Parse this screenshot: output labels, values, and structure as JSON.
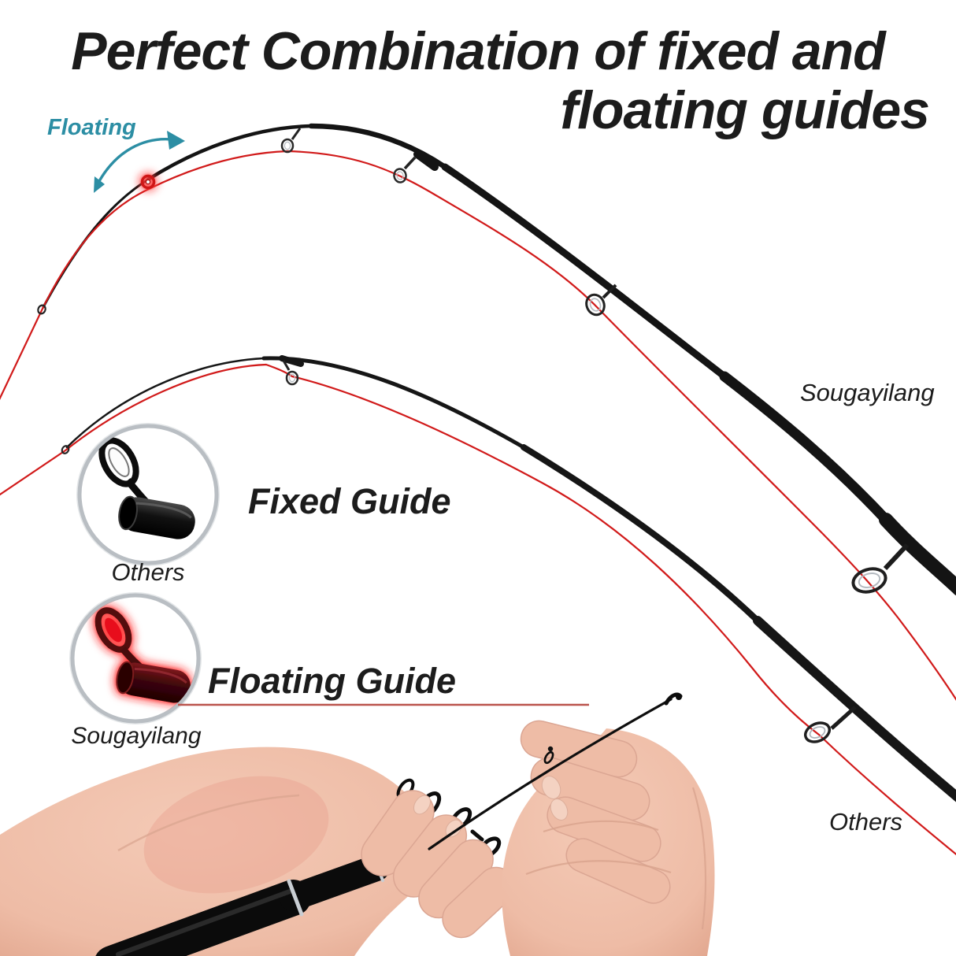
{
  "canvas": {
    "background": "#ffffff"
  },
  "title": {
    "line1": "Perfect Combination of fixed and",
    "line2": "floating guides",
    "color": "#1c1c1c"
  },
  "floating_pointer": {
    "label": "Floating",
    "arrow_color": "#2c8ea4"
  },
  "rod_labels": {
    "top_rod_brand": "Sougayilang",
    "bottom_rod_brand": "Others"
  },
  "callouts": {
    "fixed_guide": {
      "heading": "Fixed Guide",
      "caption": "Others"
    },
    "floating_guide": {
      "heading": "Floating Guide",
      "caption": "Sougayilang"
    }
  },
  "colors": {
    "rod_black": "#141414",
    "fishing_line_red": "#d11a1a",
    "floating_guide_glow": "#ff2525",
    "underline_red": "#bb544d",
    "teal_accent": "#2c8ea4",
    "skin": "#eebca6",
    "inset_ring_gray": "#b9bec3"
  }
}
